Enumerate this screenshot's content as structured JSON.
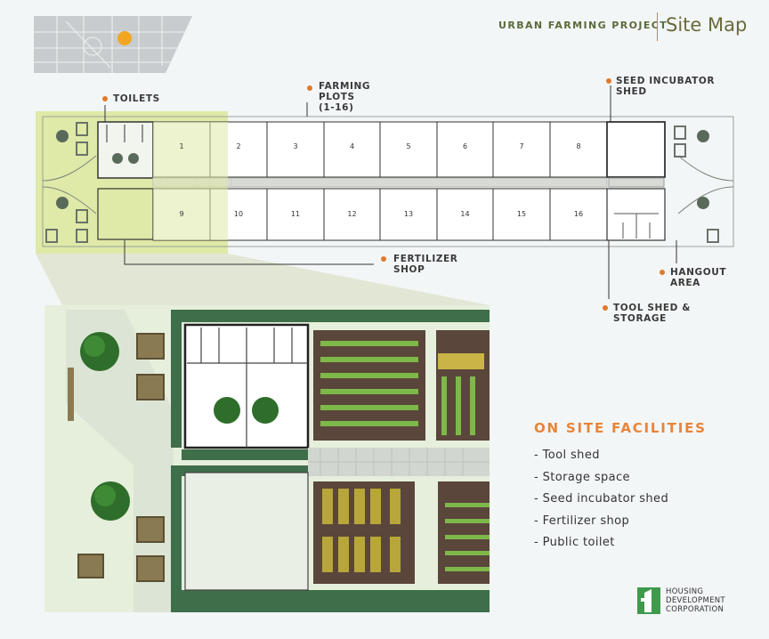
{
  "header": {
    "project": "URBAN FARMING PROJECT",
    "title": "Site Map"
  },
  "labels": {
    "toilets": "TOILETS",
    "farming_plots": "FARMING\nPLOTS\n(1-16)",
    "seed_incubator": "SEED INCUBATOR\nSHED",
    "fertilizer": "FERTILIZER\nSHOP",
    "hangout": "HANGOUT\nAREA",
    "tool_shed": "TOOL SHED &\nSTORAGE"
  },
  "plots": {
    "top": [
      "1",
      "2",
      "3",
      "4",
      "5",
      "6",
      "7",
      "8"
    ],
    "bottom": [
      "9",
      "10",
      "11",
      "12",
      "13",
      "14",
      "15",
      "16"
    ]
  },
  "facilities": {
    "title": "ON SITE FACILITIES",
    "items": [
      "- Tool shed",
      "- Storage space",
      "- Seed incubator shed",
      "- Fertilizer shop",
      "- Public toilet"
    ]
  },
  "logo": {
    "line1": "HOUSING",
    "line2": "DEVELOPMENT",
    "line3": "CORPORATION"
  },
  "colors": {
    "accent": "#e07a2a",
    "highlight": "#dfe9a8",
    "zoom_bg": "#e6efdc",
    "brand": "#3f9a4b"
  }
}
